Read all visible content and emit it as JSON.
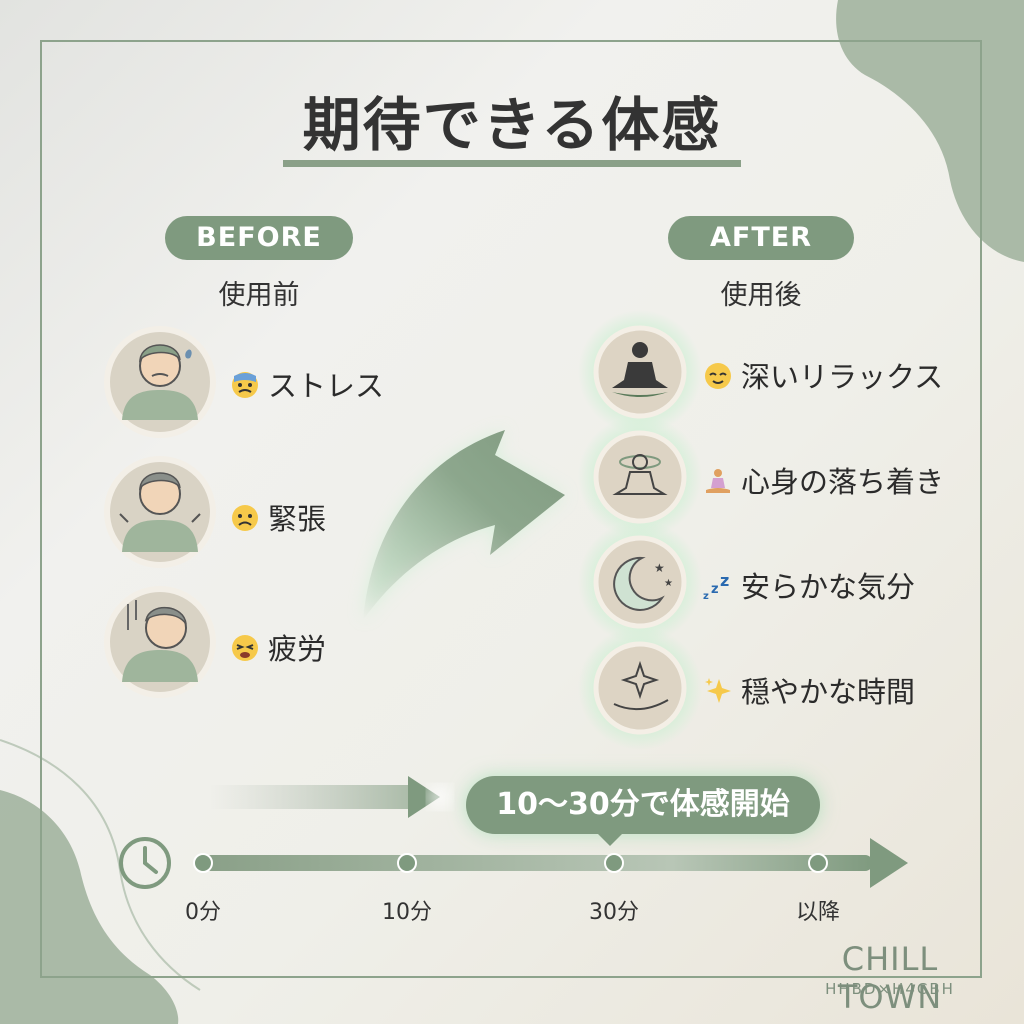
{
  "title": "期待できる体感",
  "before": {
    "badge": "BEFORE",
    "subtitle": "使用前",
    "items": [
      {
        "label": "ストレス",
        "emoji_icon": "anxious-sweat-face-icon",
        "illustration": "stressed-person-icon"
      },
      {
        "label": "緊張",
        "emoji_icon": "worried-face-icon",
        "illustration": "tense-person-icon"
      },
      {
        "label": "疲労",
        "emoji_icon": "tired-face-icon",
        "illustration": "exhausted-person-icon"
      }
    ]
  },
  "after": {
    "badge": "AFTER",
    "subtitle": "使用後",
    "items": [
      {
        "label": "深いリラックス",
        "emoji_icon": "relieved-face-icon",
        "illustration": "meditation-lotus-icon"
      },
      {
        "label": "心身の落ち着き",
        "emoji_icon": "person-meditating-icon",
        "illustration": "meditation-aura-icon"
      },
      {
        "label": "安らかな気分",
        "emoji_icon": "zzz-icon",
        "illustration": "crescent-moon-stars-icon"
      },
      {
        "label": "穏やかな時間",
        "emoji_icon": "sparkles-icon",
        "illustration": "hand-sparkle-icon"
      }
    ]
  },
  "onset_badge": "10〜30分で体感開始",
  "timeline": {
    "icon": "clock-icon",
    "ticks": [
      "0分",
      "10分",
      "30分",
      "以降"
    ]
  },
  "brand": {
    "name": "CHILL TOWN",
    "sub": "HHBD×H4CBH"
  },
  "colors": {
    "accent": "#7f9a7f",
    "frame": "#8da38c",
    "glow": "#9fe0b0"
  }
}
